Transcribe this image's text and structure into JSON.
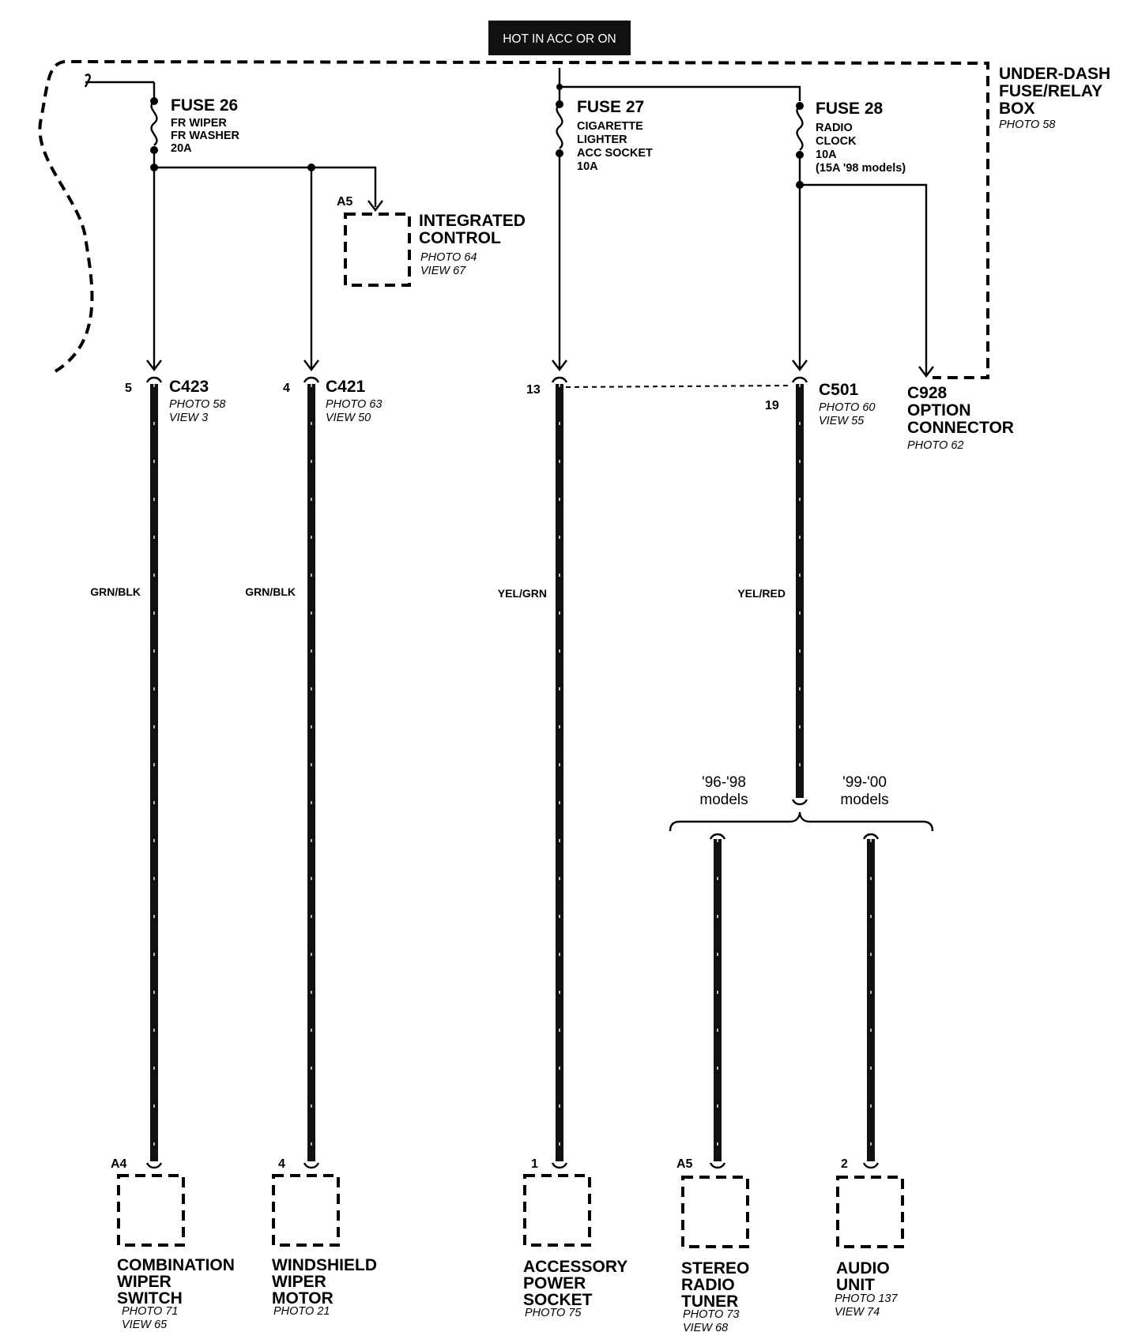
{
  "header_label": "HOT IN ACC OR ON",
  "fuse_box": {
    "lines": [
      "UNDER-DASH",
      "FUSE/RELAY",
      "BOX"
    ],
    "photo": "PHOTO 58"
  },
  "fuses": [
    {
      "name": "FUSE 26",
      "lines": [
        "FR WIPER",
        "FR WASHER",
        "20A"
      ]
    },
    {
      "name": "FUSE 27",
      "lines": [
        "CIGARETTE",
        "LIGHTER",
        "ACC SOCKET",
        "10A"
      ]
    },
    {
      "name": "FUSE 28",
      "lines": [
        "RADIO",
        "CLOCK",
        "10A",
        "(15A '98 models)"
      ]
    }
  ],
  "integrated_control": {
    "pin": "A5",
    "lines": [
      "INTEGRATED",
      "CONTROL"
    ],
    "photo": "PHOTO 64",
    "view": "VIEW 67"
  },
  "connectors": [
    {
      "pin": "5",
      "name": "C423",
      "photo": "PHOTO 58",
      "view": "VIEW 3"
    },
    {
      "pin": "4",
      "name": "C421",
      "photo": "PHOTO 63",
      "view": "VIEW 50"
    },
    {
      "pin": "13"
    },
    {
      "pin": "19",
      "name": "C501",
      "photo": "PHOTO 60",
      "view": "VIEW 55"
    }
  ],
  "option_connector": {
    "lines": [
      "C928",
      "OPTION",
      "CONNECTOR"
    ],
    "photo": "PHOTO 62"
  },
  "wires": [
    "GRN/BLK",
    "GRN/BLK",
    "YEL/GRN",
    "YEL/RED"
  ],
  "branch": {
    "left": [
      "'96-'98",
      "models"
    ],
    "right": [
      "'99-'00",
      "models"
    ]
  },
  "components": [
    {
      "pin": "A4",
      "lines": [
        "COMBINATION",
        "WIPER",
        "SWITCH"
      ],
      "photo": "PHOTO 71",
      "view": "VIEW 65"
    },
    {
      "pin": "4",
      "lines": [
        "WINDSHIELD",
        "WIPER",
        "MOTOR"
      ],
      "photo": "PHOTO 21"
    },
    {
      "pin": "1",
      "lines": [
        "ACCESSORY",
        "POWER",
        "SOCKET"
      ],
      "photo": "PHOTO 75"
    },
    {
      "pin": "A5",
      "lines": [
        "STEREO",
        "RADIO",
        "TUNER"
      ],
      "photo": "PHOTO 73",
      "view": "VIEW 68"
    },
    {
      "pin": "2",
      "lines": [
        "AUDIO",
        "UNIT"
      ],
      "photo": "PHOTO 137",
      "view": "VIEW 74"
    }
  ],
  "colors": {
    "wire": "#111111",
    "background": "#ffffff",
    "header_bg": "#111111",
    "header_text": "#ffffff"
  }
}
